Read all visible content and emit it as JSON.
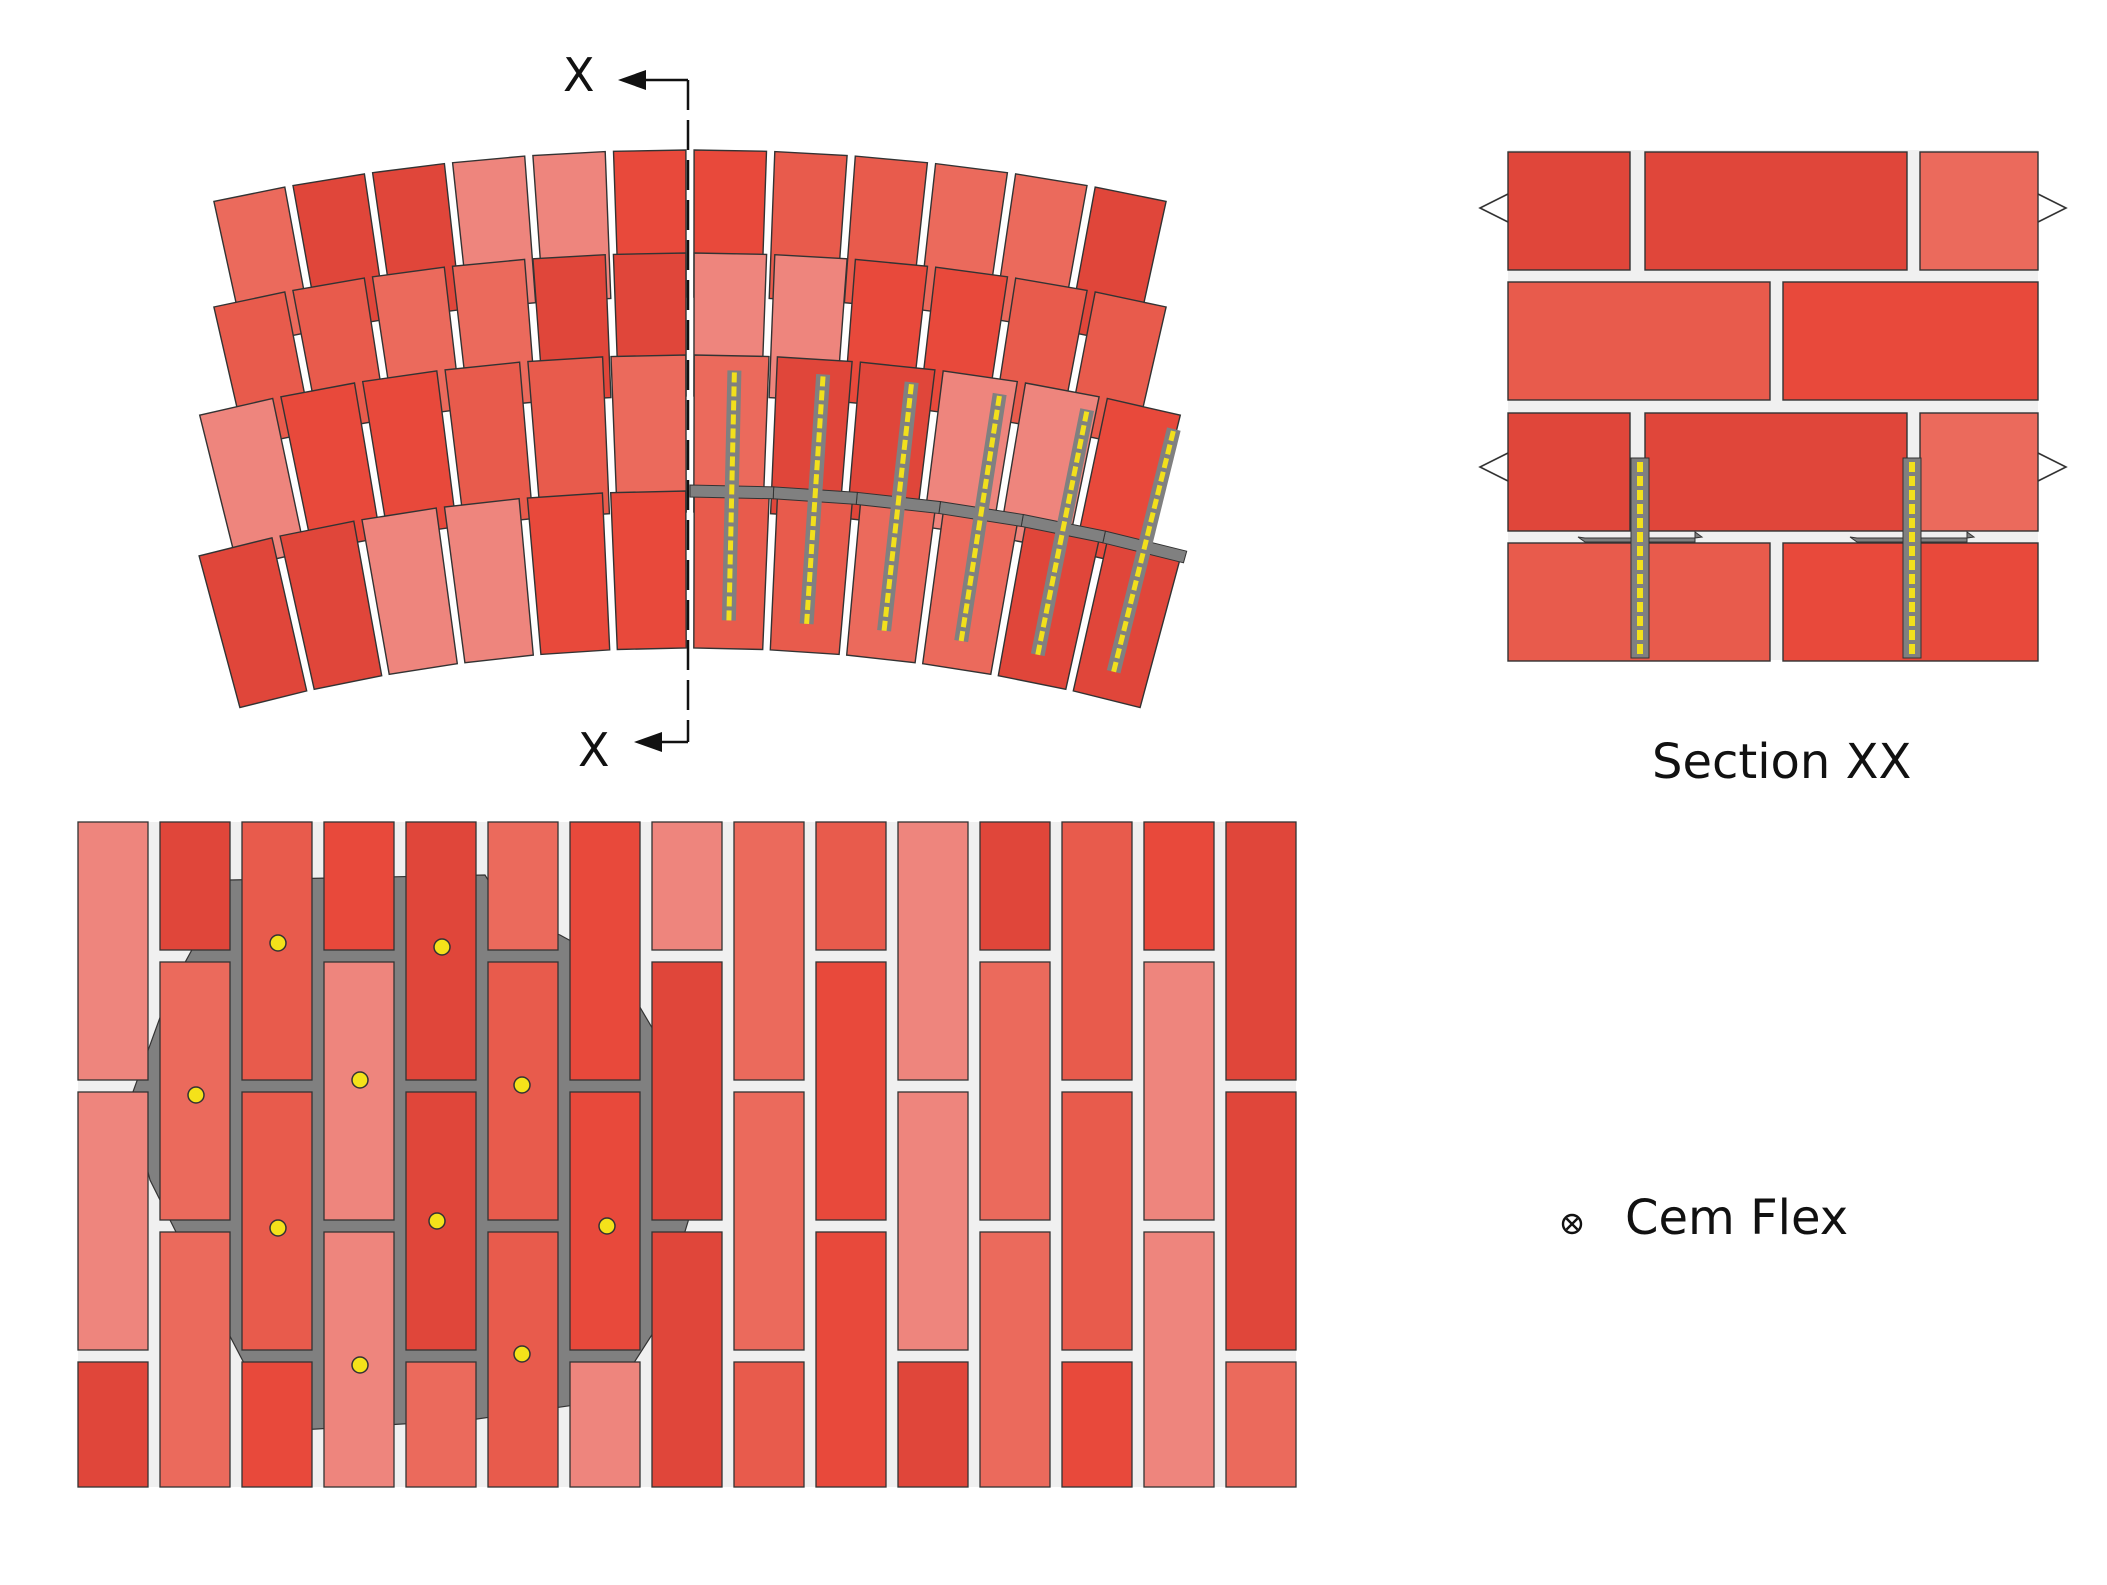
{
  "labels": {
    "cut_top": "X",
    "cut_bottom": "X",
    "section_title": "Section XX",
    "legend": "Cem Flex"
  },
  "legend": {
    "symbol": "circled-times-icon"
  },
  "colors": {
    "brick_palette": [
      "#e8493b",
      "#eb6a5c",
      "#ee857d",
      "#e85b4c",
      "#e0463a"
    ],
    "mortar": "#f0f0f0",
    "repair_mortar": "#808080",
    "tie": "#f2e01c",
    "cem_flex_dot": "#f4e21a",
    "outline": "#333333"
  }
}
